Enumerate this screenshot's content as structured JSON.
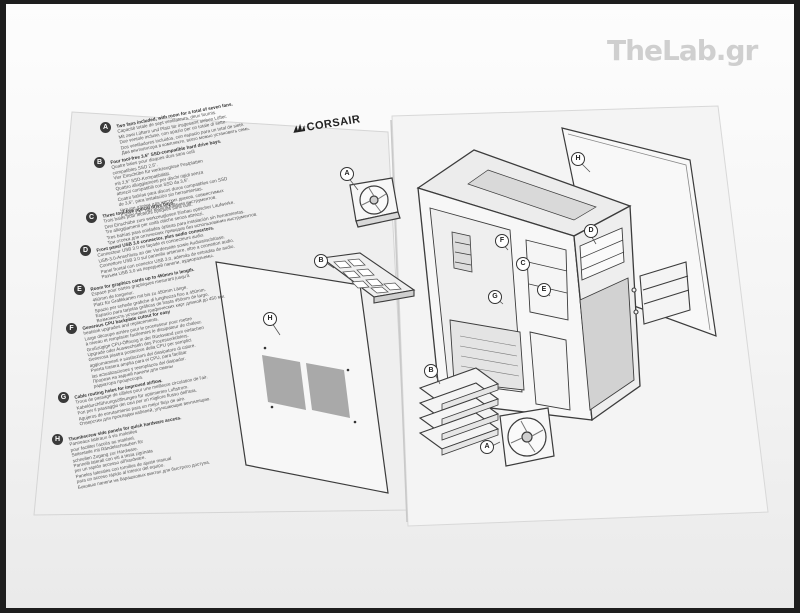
{
  "watermark": "TheLab.gr",
  "brand": "CORSAIR",
  "instructions": [
    {
      "letter": "A",
      "lines": [
        "Two fans included, with room for a total of seven fans.",
        "Capacité totale de sept ventilateurs, deux fournis.",
        "Mit zwei Lüftern und Platz für insgesamt sieben Lüfter.",
        "Due ventole incluse, con spazio per un totale di sette.",
        "Dos ventiladores incluidos, con espacio para un total de siete.",
        "Два вентилятора в комплекте, всего можно установить семь."
      ]
    },
    {
      "letter": "B",
      "lines": [
        "Four tool-free 3.5\" SSD-compatible hard drive bays.",
        "Quatre baies pour disques durs sans outil",
        "compatibles SSD 2,5\".",
        "Vier Einschübe für werkzeuglose Festplatten",
        "mit 2,5\" SSD-Kompatibilität.",
        "Quattro alloggiamenti per dischi rigidi senza",
        "attrezzi compatibili con SSD da 3,5\".",
        "Cuatro bahías para discos duros compatibles con SSD",
        "de 3,5\", para instalación sin herramientas.",
        "Четыре отсека для жестких дисков, совместимых",
        "с SSD 3,5\", без использования инструментов."
      ]
    },
    {
      "letter": "C",
      "lines": [
        "Three tool-free optical drive bays.",
        "Trois baies pour lecteurs optiques sans outil.",
        "Drei Einschübe zum werkzeuglosen Einbau optischer Laufwerke.",
        "Tre alloggiamenti per unità ottiche senza attrezzi.",
        "Tres bahías para unidades ópticas para instalación sin herramientas.",
        "Три отсека для оптических приводов без использования инструментов."
      ]
    },
    {
      "letter": "D",
      "lines": [
        "Front panel USB 3.0 connector, plus audio connectors.",
        "Connecteur USB 3.0 en façade et connecteurs audio.",
        "USB-3.0-Anschluss an der Vorderseite sowie Audioanschlüsse.",
        "Connettore USB 3.0 sul pannello anteriore, oltre a connettori audio.",
        "Panel frontal con conector USB 3.0, además de entradas de audio.",
        "Разъем USB 3.0 на передней панели, аудиоразъемы."
      ]
    },
    {
      "letter": "E",
      "lines": [
        "Room for graphics cards up to 450mm in length.",
        "Espace pour cartes graphiques mesurant jusqu'à",
        "450mm de longueur.",
        "Platz für Grafikkarten mit bis zu 450mm Länge.",
        "Spazio per schede grafiche di lunghezza fino a 450mm.",
        "Espacio para tarjetas gráficas de hasta 450mm de largo.",
        "Возможность установки графических карт длиной до 450 мм."
      ]
    },
    {
      "letter": "F",
      "lines": [
        "Generous CPU backplate cutout for easy",
        "heatsink upgrades and replacements.",
        "Large découpe arrière pour le processeur pour mettre",
        "à niveau et remplacer facilement le dissipateur de chaleur.",
        "Großzügige CPU-Öffnung in der Rückwand zum einfachen",
        "Upgrade oder Auswechseln des Prozessorkühlers.",
        "Generosa piastra posteriore della CPU per semplici",
        "aggiornamenti e sostituzioni del dissipatore di calore.",
        "Puerta trasera amplia para el CPU, para facilitar",
        "las actualizaciones y reemplazos del disipador.",
        "Прорези на задней панели для смены",
        "радиатора процессора."
      ]
    },
    {
      "letter": "G",
      "lines": [
        "Cable routing holes for improved airflow.",
        "Trous de passage de câbles pour une meilleure circulation de l'air.",
        "Kabeldurchführungsöffnungen für optimierten Luftstrom.",
        "Fori per il passaggio dei cavi per un migliore flusso dell'aria.",
        "Agujeros de enrutamiento para un mejor flujo de aire.",
        "Отверстия для прокладки кабелей, улучшающие вентиляцию."
      ]
    },
    {
      "letter": "H",
      "lines": [
        "Thumbscrew side panels for quick hardware access.",
        "Panneaux latéraux à vis moletées",
        "pour faciliter l'accès au matériel.",
        "Seitenteile mit Rändelschrauben für",
        "schnellen Zugang zur Hardware.",
        "Pannelli laterali con viti a testa zigrinata",
        "per un rapido accesso all'hardware.",
        "Paneles laterales con tornillos de ajuste manual",
        "para un acceso rápido al interior del equipo.",
        "Боковые панели на барашковых винтах для быстрого доступа."
      ]
    }
  ],
  "callouts": [
    "A",
    "B",
    "C",
    "D",
    "E",
    "F",
    "G",
    "H",
    "A",
    "B",
    "H"
  ],
  "colors": {
    "paper_left": "#f1f1f1",
    "paper_right": "#f5f5f5",
    "line": "#3c3c3c",
    "badge": "#3a3a3a"
  }
}
